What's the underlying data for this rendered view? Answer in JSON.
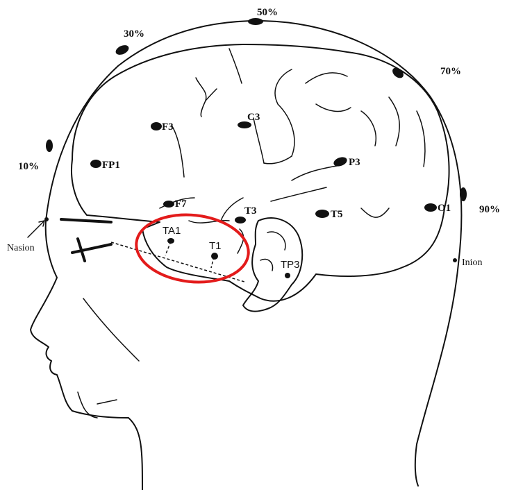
{
  "percent_marks": {
    "p10": "10%",
    "p30": "30%",
    "p50": "50%",
    "p70": "70%",
    "p90": "90%"
  },
  "landmarks": {
    "nasion": "Nasion",
    "inion": "Inion"
  },
  "electrodes": {
    "fp1": "FP1",
    "f3": "F3",
    "c3": "C3",
    "p3": "P3",
    "f7": "F7",
    "t3": "T3",
    "t5": "T5",
    "o1": "O1",
    "ta1": "TA1",
    "t1": "T1",
    "tp3": "TP3"
  },
  "colors": {
    "highlight": "#e31b1b",
    "ink": "#111111"
  }
}
